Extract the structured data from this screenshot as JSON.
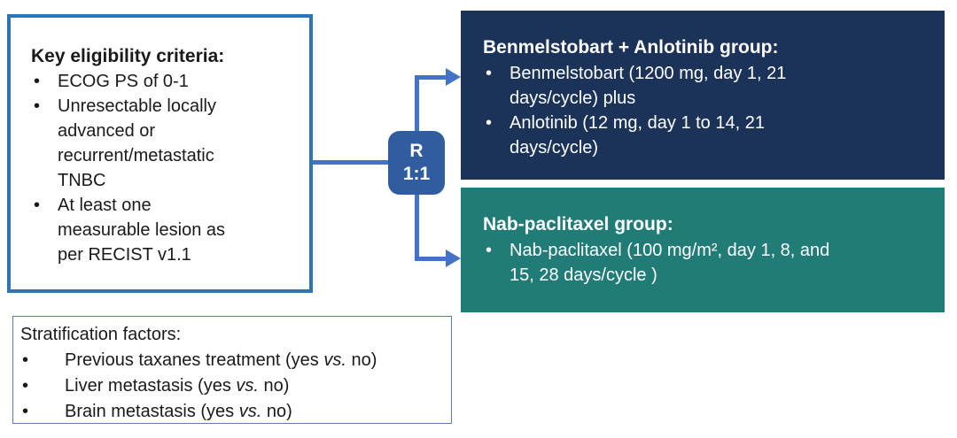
{
  "eligibility": {
    "title": "Key eligibility criteria:",
    "items": [
      [
        "ECOG PS of 0-1"
      ],
      [
        "Unresectable locally",
        "advanced or",
        "recurrent/metastatic",
        "TNBC"
      ],
      [
        "At least one",
        "measurable lesion as",
        "per RECIST v1.1"
      ]
    ]
  },
  "randomization": {
    "letter": "R",
    "ratio": "1:1"
  },
  "arms": [
    {
      "title": "Benmelstobart + Anlotinib group:",
      "items": [
        [
          "Benmelstobart (1200 mg, day 1, 21",
          "days/cycle) plus"
        ],
        [
          "Anlotinib (12 mg, day 1 to 14, 21",
          "days/cycle)"
        ]
      ]
    },
    {
      "title": "Nab-paclitaxel group:",
      "items": [
        [
          "Nab-paclitaxel (100 mg/m², day 1, 8, and",
          "15, 28 days/cycle )"
        ]
      ]
    }
  ],
  "stratification": {
    "title": "Stratification factors:",
    "items": [
      {
        "pre": "Previous taxanes treatment (yes ",
        "vs": "vs.",
        "post": " no)"
      },
      {
        "pre": "Liver metastasis (yes ",
        "vs": "vs.",
        "post": " no)"
      },
      {
        "pre": "Brain metastasis (yes ",
        "vs": "vs.",
        "post": " no)"
      }
    ]
  },
  "colors": {
    "connector": "#4472C4",
    "randomization_badge": "#2F5D9F",
    "eligibility_border": "#2E75B6",
    "stratification_border": "#5B7FB0",
    "arm_benmelstobart_bg": "#1B3359",
    "arm_nab_paclitaxel_bg": "#217C78",
    "text_dark": "#1A1A1A",
    "text_light": "#FFFFFF"
  }
}
